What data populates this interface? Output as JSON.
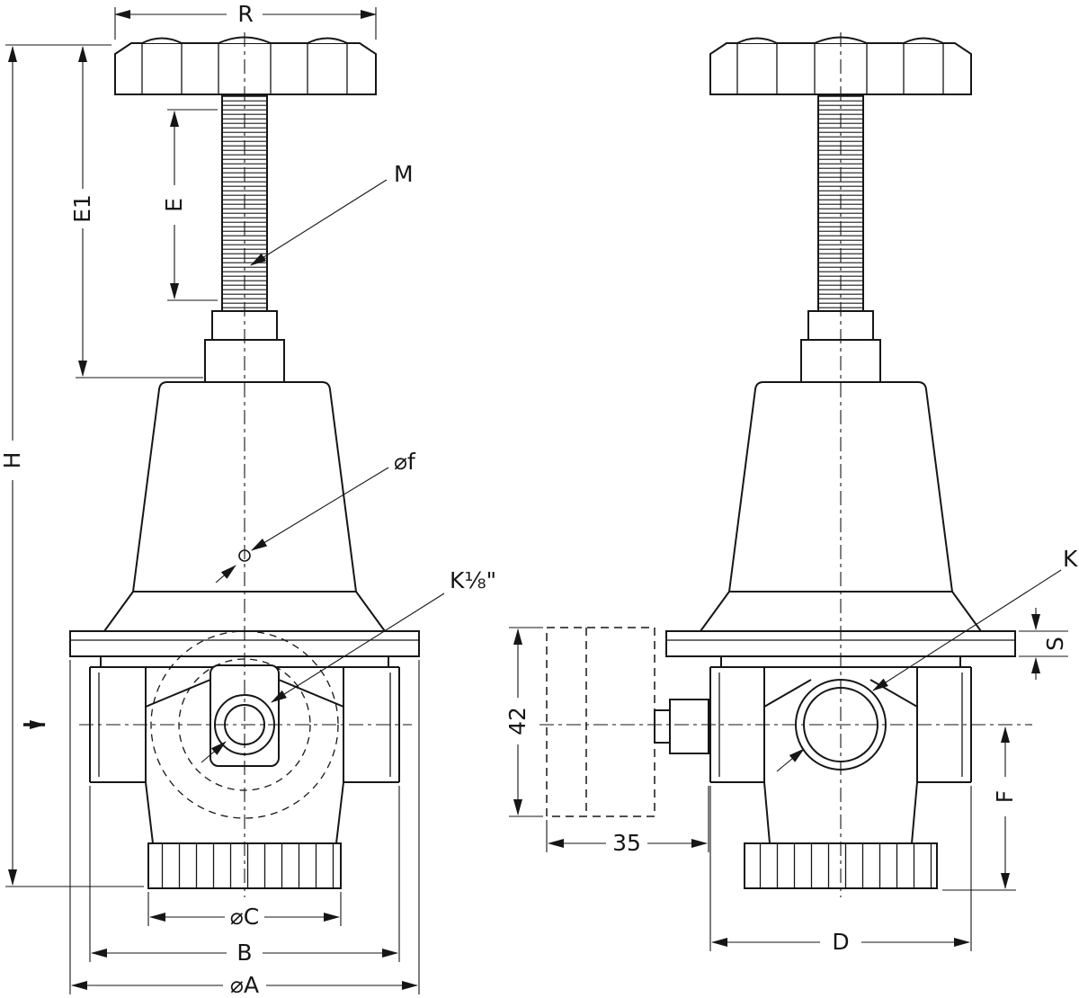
{
  "title": "Pressure regulator dimensional drawing, front and side views",
  "colors": {
    "line": "#161616",
    "background": "#ffffff"
  },
  "labels": {
    "R": "R",
    "M": "M",
    "E1": "E1",
    "E": "E",
    "H": "H",
    "f_dia": "⌀f",
    "K18": "K⅛\"",
    "C_dia": "⌀C",
    "B": "B",
    "A_dia": "⌀A",
    "n42": "42",
    "n35": "35",
    "S": "S",
    "K": "K",
    "F": "F",
    "D": "D"
  }
}
